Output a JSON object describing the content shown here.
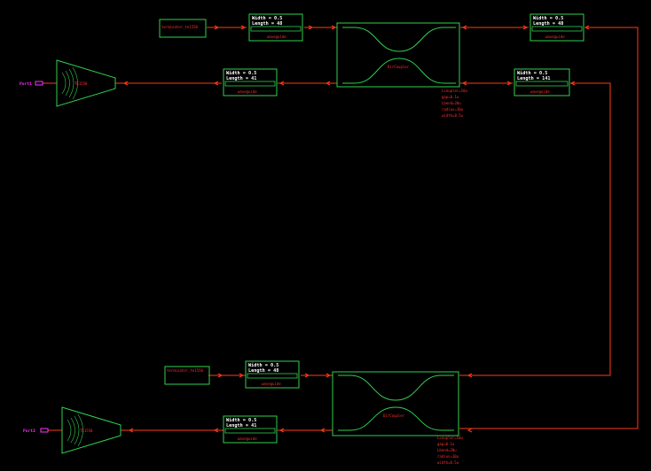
{
  "ports": [
    {
      "id": "port1",
      "label": "Port1"
    },
    {
      "id": "port2",
      "label": "Port2"
    }
  ],
  "couplers": [
    {
      "id": "tl",
      "label": "TE1550"
    },
    {
      "id": "bl",
      "label": "TE1550"
    }
  ],
  "terminators": [
    {
      "id": "top",
      "label": "terminator_te1550"
    },
    {
      "id": "bot",
      "label": "terminator_te1550"
    }
  ],
  "waveguides": [
    {
      "id": "w1",
      "width": "Width = 0.5",
      "length": "Length = 48",
      "label": "waveguide"
    },
    {
      "id": "w2",
      "width": "Width = 0.5",
      "length": "Length = 48",
      "label": "waveguide"
    },
    {
      "id": "w3",
      "width": "Width = 0.5",
      "length": "Length = 41",
      "label": "waveguide"
    },
    {
      "id": "w4",
      "width": "Width = 0.5",
      "length": "Length = 141",
      "label": "waveguide"
    },
    {
      "id": "w5",
      "width": "Width = 0.5",
      "length": "Length = 48",
      "label": "waveguide"
    },
    {
      "id": "w6",
      "width": "Width = 0.5",
      "length": "Length = 41",
      "label": "waveguide"
    }
  ],
  "dcs": [
    {
      "id": "dc1",
      "label": "DirCoupler",
      "params": [
        "Lcoupler=10u",
        "gap=0.1u",
        "Lbend=20u",
        "radius=10u",
        "width=0.5u"
      ]
    },
    {
      "id": "dc2",
      "label": "DirCoupler",
      "params": [
        "Lcoupler=10u",
        "gap=0.1u",
        "Lbend=20u",
        "radius=10u",
        "width=0.5u"
      ]
    }
  ],
  "colors": {
    "background": "#000000",
    "outline": "#30d050",
    "wire": "#ff3a1a",
    "port_text": "#ff30ff",
    "param_text": "#ffffff",
    "label_text": "#ff3030"
  }
}
